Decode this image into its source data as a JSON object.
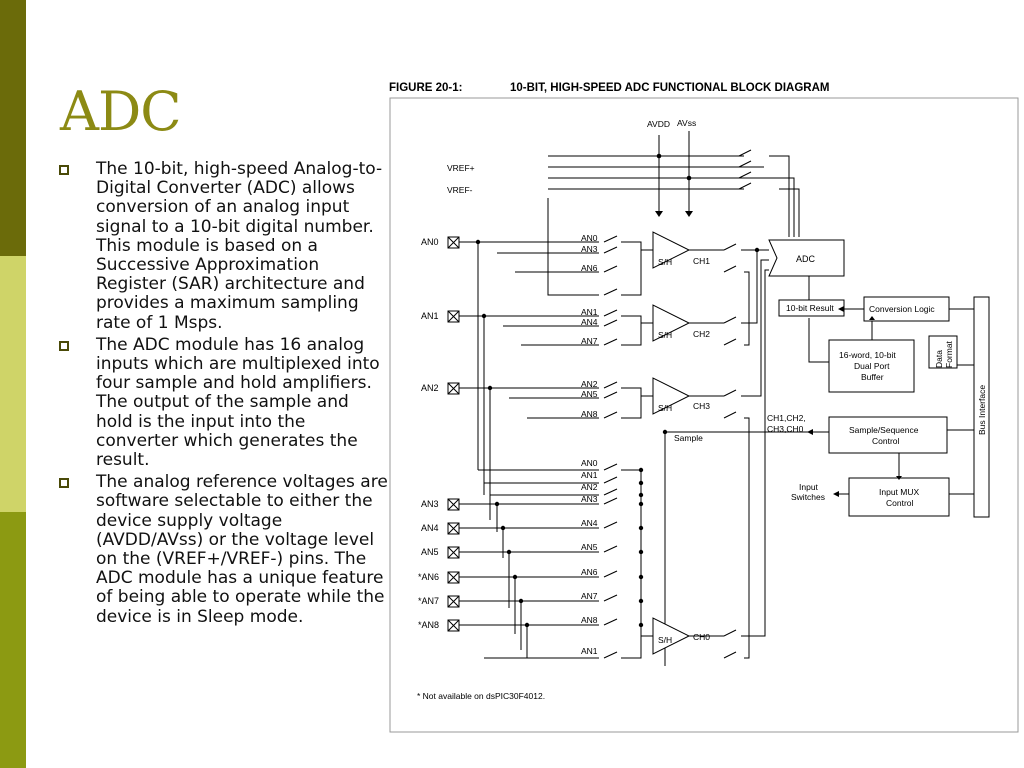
{
  "slide": {
    "title": "ADC",
    "bullets": [
      "The 10-bit, high-speed Analog-to-Digital Converter (ADC) allows conversion of an analog input signal to a 10-bit digital number. This module is based on a Successive Approximation Register (SAR) architecture and provides a maximum sampling rate of 1 Msps.",
      "The ADC module has 16 analog inputs which are multiplexed into four sample and hold amplifiers. The output of the sample and hold is the input into the converter which generates the result.",
      "The analog reference voltages are software selectable to either the device supply voltage (AVDD/AVss) or the voltage level on the (VREF+/VREF-) pins. The ADC module has a unique feature of being able to operate while the device is in Sleep mode."
    ]
  },
  "figure": {
    "number": "FIGURE 20-1:",
    "caption": "10-BIT, HIGH-SPEED ADC FUNCTIONAL BLOCK DIAGRAM",
    "footnote": "* Not available on dsPIC30F4012.",
    "supply": {
      "avdd": "AVDD",
      "avss": "AVss",
      "vref_plus": "VREF+",
      "vref_minus": "VREF-"
    },
    "pins": [
      "AN0",
      "AN1",
      "AN2",
      "AN3",
      "AN4",
      "AN5",
      "*AN6",
      "*AN7",
      "*AN8"
    ],
    "mux_labels": {
      "ch1": [
        "AN0",
        "AN3",
        "AN6"
      ],
      "ch2": [
        "AN1",
        "AN4",
        "AN7"
      ],
      "ch3": [
        "AN2",
        "AN5",
        "AN8"
      ],
      "ch0": [
        "AN0",
        "AN1",
        "AN2",
        "AN3",
        "AN4",
        "AN5",
        "AN6",
        "AN7",
        "AN8",
        "AN1"
      ]
    },
    "sh_label": "S/H",
    "channels": [
      "CH1",
      "CH2",
      "CH3",
      "CH0"
    ],
    "blocks": {
      "adc": "ADC",
      "result": "10-bit Result",
      "conv_logic": "Conversion Logic",
      "buffer": [
        "16-word, 10-bit",
        "Dual Port",
        "Buffer"
      ],
      "data_format": [
        "Data",
        "Format"
      ],
      "seq_control": [
        "Sample/Sequence",
        "Control"
      ],
      "mux_control": [
        "Input MUX",
        "Control"
      ],
      "bus": "Bus Interface"
    },
    "labels": {
      "sample": "Sample",
      "ch_sel": [
        "CH1,CH2,",
        "CH3,CH0"
      ],
      "input_switches": [
        "Input",
        "Switches"
      ]
    }
  }
}
